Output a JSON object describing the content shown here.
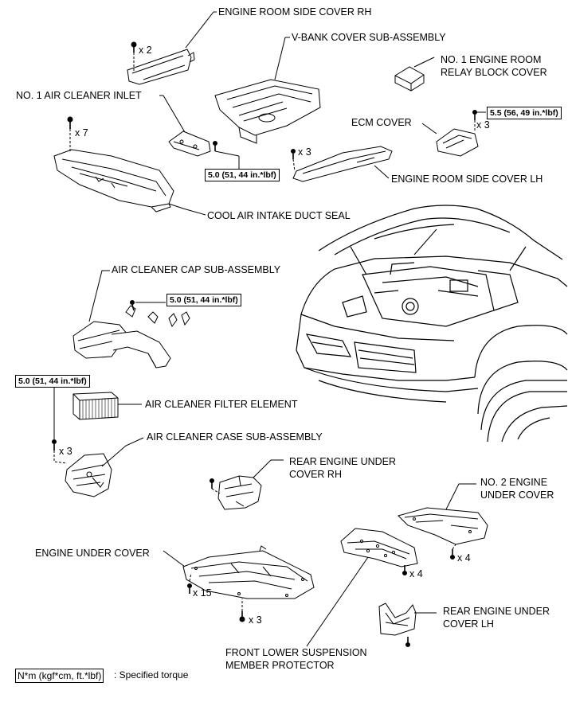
{
  "labels": {
    "engine_room_side_cover_rh": "ENGINE ROOM SIDE COVER RH",
    "v_bank_cover": "V-BANK COVER SUB-ASSEMBLY",
    "relay_block_cover_l1": "NO. 1 ENGINE ROOM",
    "relay_block_cover_l2": "RELAY BLOCK COVER",
    "air_cleaner_inlet": "NO. 1 AIR CLEANER INLET",
    "ecm_cover": "ECM COVER",
    "engine_room_side_cover_lh": "ENGINE ROOM SIDE COVER LH",
    "cool_air_intake": "COOL AIR INTAKE DUCT SEAL",
    "air_cleaner_cap": "AIR CLEANER CAP SUB-ASSEMBLY",
    "air_cleaner_filter": "AIR CLEANER FILTER ELEMENT",
    "air_cleaner_case": "AIR CLEANER CASE SUB-ASSEMBLY",
    "rear_under_cover_rh_l1": "REAR ENGINE UNDER",
    "rear_under_cover_rh_l2": "COVER RH",
    "no2_under_cover_l1": "NO. 2 ENGINE",
    "no2_under_cover_l2": "UNDER COVER",
    "engine_under_cover": "ENGINE UNDER COVER",
    "rear_under_cover_lh_l1": "REAR ENGINE UNDER",
    "rear_under_cover_lh_l2": "COVER LH",
    "front_lower_l1": "FRONT LOWER SUSPENSION",
    "front_lower_l2": "MEMBER PROTECTOR"
  },
  "quantities": {
    "side_rh": "x 2",
    "duct_seal": "x 7",
    "side_lh": "x 3",
    "ecm": "x 3",
    "case": "x 3",
    "front_lower": "x 4",
    "no2_under": "x 4",
    "under_cover_a": "x 15",
    "under_cover_b": "x 3"
  },
  "torques": {
    "inlet": "5.0 (51, 44 in.*lbf)",
    "ecm": "5.5 (56, 49 in.*lbf)",
    "cap": "5.0 (51, 44 in.*lbf)",
    "case": "5.0 (51, 44 in.*lbf)"
  },
  "legend": {
    "box_text": "N*m (kgf*cm, ft.*lbf)",
    "description": ": Specified torque"
  }
}
